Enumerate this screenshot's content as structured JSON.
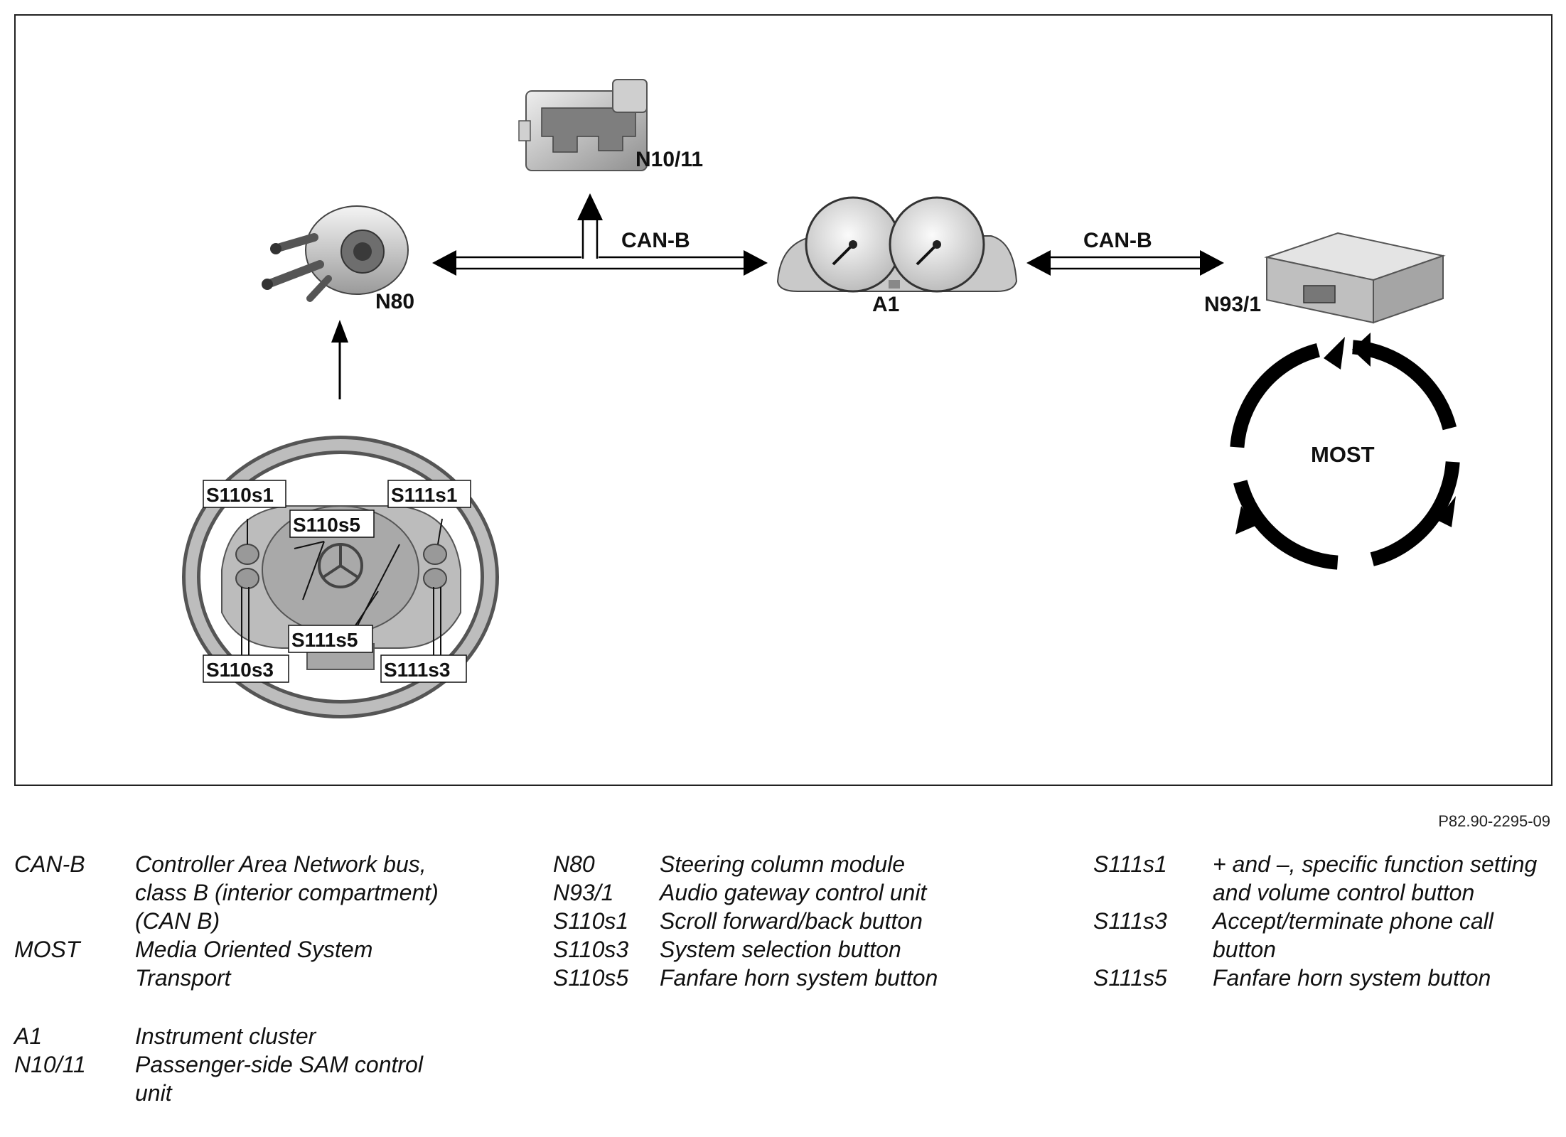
{
  "diagram": {
    "nodes": {
      "n10_11": "N10/11",
      "n80": "N80",
      "a1": "A1",
      "n93_1": "N93/1",
      "most_ring": "MOST"
    },
    "bus_labels": {
      "left": "CAN-B",
      "right": "CAN-B"
    },
    "wheel_labels": {
      "s110s1": "S110s1",
      "s111s1": "S111s1",
      "s110s5": "S110s5",
      "s111s5": "S111s5",
      "s110s3": "S110s3",
      "s111s3": "S111s3"
    }
  },
  "figure_code": "P82.90-2295-09",
  "legend": {
    "col1": [
      {
        "key": "CAN-B",
        "lines": [
          "Controller Area Network bus,",
          "class B (interior compartment)",
          "(CAN B)"
        ]
      },
      {
        "key": "MOST",
        "lines": [
          "Media Oriented System",
          "Transport"
        ]
      },
      {
        "key": "A1",
        "lines": [
          "Instrument cluster"
        ]
      },
      {
        "key": "N10/11",
        "lines": [
          "Passenger-side SAM control",
          "unit"
        ]
      }
    ],
    "col2": [
      {
        "key": "N80",
        "lines": [
          "Steering column module"
        ]
      },
      {
        "key": "N93/1",
        "lines": [
          "Audio gateway control unit"
        ]
      },
      {
        "key": "S110s1",
        "lines": [
          "Scroll forward/back button"
        ]
      },
      {
        "key": "S110s3",
        "lines": [
          "System selection button"
        ]
      },
      {
        "key": "S110s5",
        "lines": [
          "Fanfare horn system button"
        ]
      }
    ],
    "col3": [
      {
        "key": "S111s1",
        "lines": [
          "+ and –, specific function setting",
          "and volume control button"
        ]
      },
      {
        "key": "S111s3",
        "lines": [
          "Accept/terminate phone call",
          "button"
        ]
      },
      {
        "key": "S111s5",
        "lines": [
          "Fanfare horn system button"
        ]
      }
    ]
  }
}
